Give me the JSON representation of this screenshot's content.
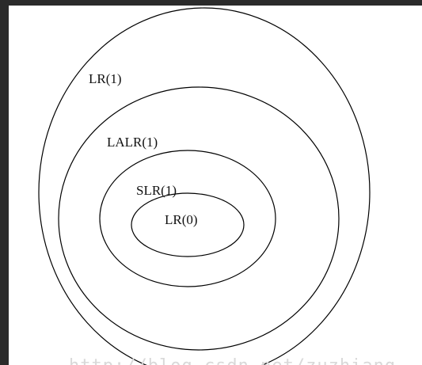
{
  "diagram": {
    "sets": [
      {
        "key": "lr1",
        "label": "LR(1)"
      },
      {
        "key": "lalr1",
        "label": "LALR(1)"
      },
      {
        "key": "slr1",
        "label": "SLR(1)"
      },
      {
        "key": "lr0",
        "label": "LR(0)"
      }
    ],
    "watermark": "http://blog.csdn.net/zuzhiang"
  },
  "colors": {
    "page_border": "#2b2b2b",
    "canvas": "#ffffff",
    "stroke": "#000000",
    "watermark": "#d9d9d9"
  }
}
